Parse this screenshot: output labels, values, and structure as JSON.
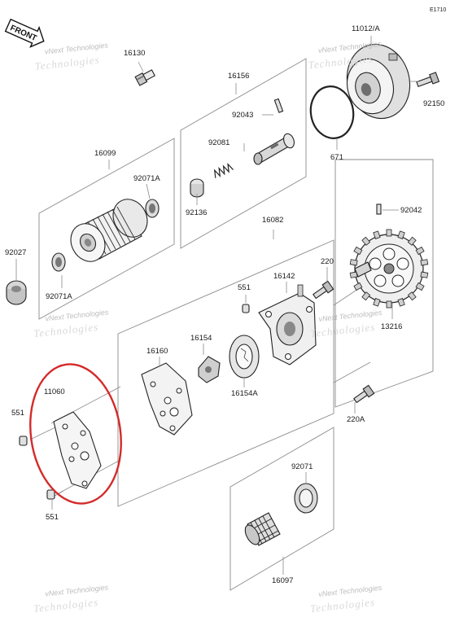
{
  "diagram_code": "E1710",
  "front_label": "FRONT",
  "watermark": {
    "line1": "vNext Technologies",
    "line2": "Technologies"
  },
  "parts": {
    "p11012A": "11012/A",
    "p16130": "16130",
    "p16156": "16156",
    "p92043": "92043",
    "p92150": "92150",
    "p16099": "16099",
    "p92081": "92081",
    "p671": "671",
    "p92071A_top": "92071A",
    "p92136": "92136",
    "p16082": "16082",
    "p92042": "92042",
    "p92027": "92027",
    "p92071A_bottom": "92071A",
    "p220": "220",
    "p551_mid": "551",
    "p16142": "16142",
    "p13216": "13216",
    "p16160": "16160",
    "p16154": "16154",
    "p11060": "11060",
    "p551_left": "551",
    "p16154A": "16154A",
    "p220A": "220A",
    "p551_bottom": "551",
    "p92071": "92071",
    "p16097": "16097"
  },
  "highlight_color": "#d42a2a"
}
